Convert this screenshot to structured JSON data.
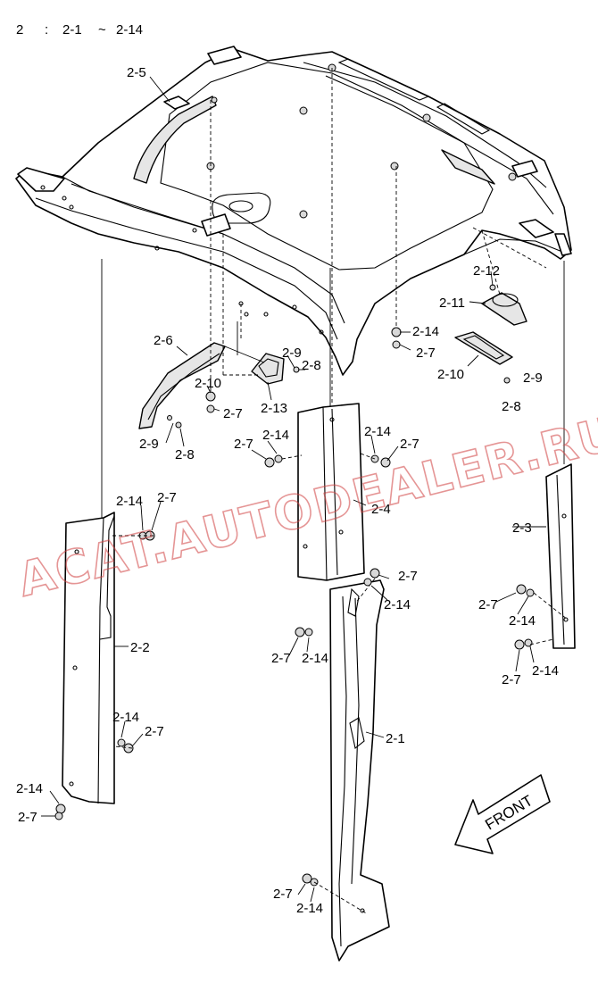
{
  "header": {
    "group": "2",
    "sep": ":",
    "range_start": "2-1",
    "tilde": "~",
    "range_end": "2-14"
  },
  "labels": {
    "p2_1": "2-1",
    "p2_2": "2-2",
    "p2_3": "2-3",
    "p2_4": "2-4",
    "p2_5": "2-5",
    "p2_6": "2-6",
    "p2_7": "2-7",
    "p2_8": "2-8",
    "p2_9": "2-9",
    "p2_10": "2-10",
    "p2_11": "2-11",
    "p2_12": "2-12",
    "p2_13": "2-13",
    "p2_14": "2-14"
  },
  "front_arrow": "FRONT",
  "watermark": "ACAT.AUTODEALER.RU",
  "colors": {
    "line": "#000000",
    "background": "#ffffff",
    "watermark": "#d04040"
  }
}
